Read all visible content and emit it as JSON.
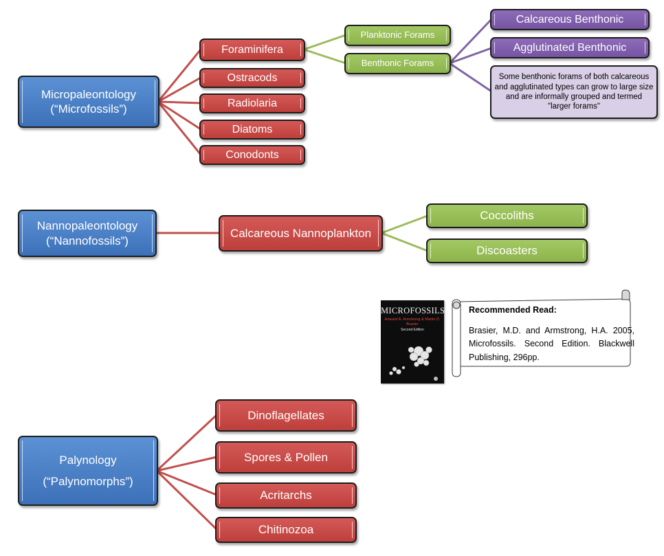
{
  "colors": {
    "blue": "#4a80c6",
    "red": "#c94b48",
    "green": "#9bbb59",
    "purple": "#8064a2",
    "lavender": "#d9cfe6",
    "red_line": "#c0504d",
    "green_line": "#9bbb59",
    "purple_line": "#8064a2"
  },
  "micro": {
    "root": "Micropaleontology (“Microfossils”)",
    "groups": [
      "Foraminifera",
      "Ostracods",
      "Radiolaria",
      "Diatoms",
      "Conodonts"
    ],
    "forams": [
      "Planktonic Forams",
      "Benthonic Forams"
    ],
    "benthonic": [
      "Calcareous Benthonic",
      "Agglutinated Benthonic"
    ],
    "note": "Some benthonic forams of both calcareous and agglutinated types can grow to large size and are informally grouped and termed \"larger forams\""
  },
  "nanno": {
    "root": "Nannopaleontology (“Nannofossils”)",
    "group": "Calcareous Nannoplankton",
    "children": [
      "Coccoliths",
      "Discoasters"
    ]
  },
  "paly": {
    "root_line1": "Palynology",
    "root_line2": "(“Palynomorphs”)",
    "children": [
      "Dinoflagellates",
      "Spores & Pollen",
      "Acritarchs",
      "Chitinozoa"
    ]
  },
  "book": {
    "title": "MICROFOSSILS",
    "authors": "Howard A. Armstrong & Martin D. Brasier",
    "edition": "Second Edition"
  },
  "recommended": {
    "heading": "Recommended Read:",
    "text": "Brasier, M.D. and Armstrong, H.A. 2005, Microfossils. Second Edition. Blackwell Publishing, 296pp."
  }
}
